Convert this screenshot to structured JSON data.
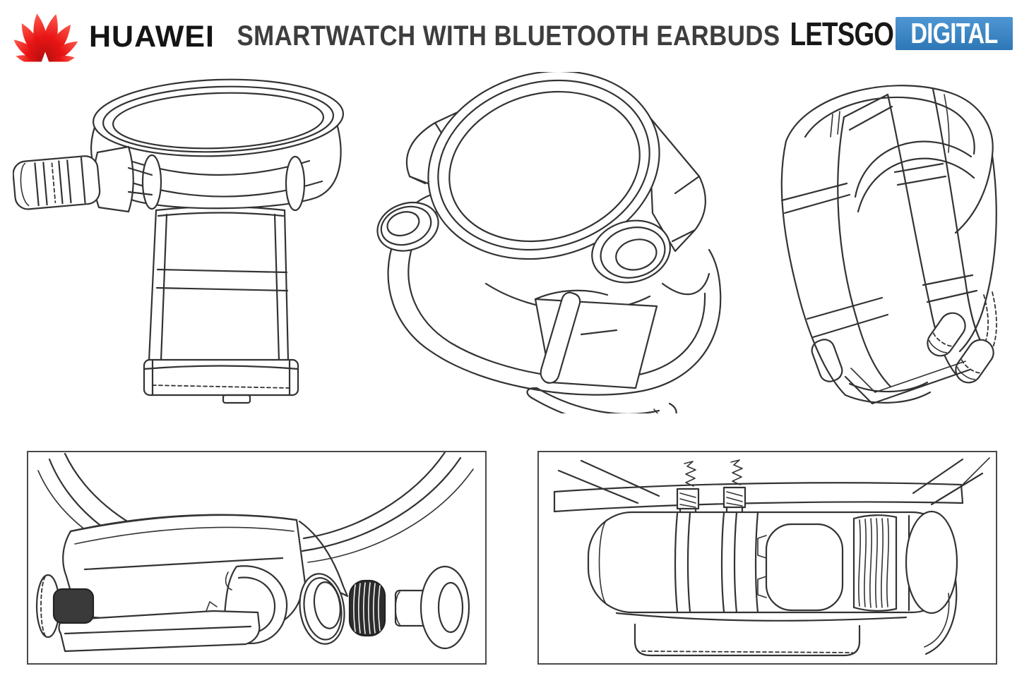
{
  "header": {
    "huawei_wordmark": "HUAWEI",
    "title": "SMARTWATCH WITH BLUETOOTH EARBUDS",
    "letsgo": "LETSGO",
    "digital": "DIGITAL"
  },
  "colors": {
    "huawei_red_top": "#FF5A4D",
    "huawei_red_mid": "#E81414",
    "huawei_red_bottom": "#A50F0C",
    "wordmark_black": "#141414",
    "title_gray": "#3D3D3D",
    "letsgo_black": "#181818",
    "digital_badge_blue_top": "#4E97D3",
    "digital_badge_blue_bottom": "#2E77B6",
    "digital_text_white": "#FFFFFF",
    "line_art_gray": "#333333",
    "panel_border_gray": "#4A4A4A",
    "background_white": "#FFFFFF"
  },
  "figures": [
    {
      "name": "watch-front-view-earbud-extended"
    },
    {
      "name": "watch-perspective-view-earbud-caps"
    },
    {
      "name": "watch-rear-view-earbuds-underside"
    },
    {
      "name": "detail-exploded-earbud-compartment"
    },
    {
      "name": "detail-earbud-spring-mechanism"
    }
  ]
}
